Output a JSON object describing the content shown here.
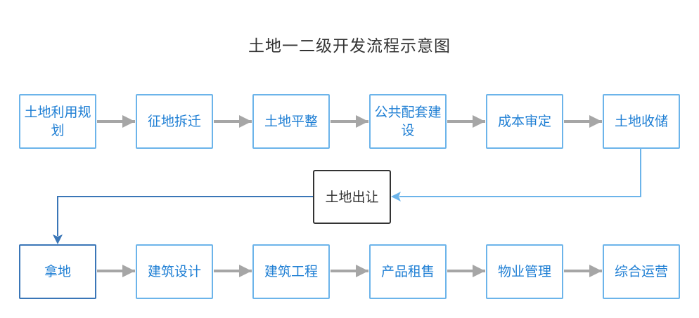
{
  "title": "土地一二级开发流程示意图",
  "colors": {
    "accent": "#1f7fd4",
    "box_border": "#6cb4ea",
    "arrow_gray": "#a6a6a6",
    "link_blue": "#6cb4ea",
    "link_dark": "#3a76b7"
  },
  "row1": [
    {
      "id": "n1",
      "label": "土地利用规划"
    },
    {
      "id": "n2",
      "label": "征地拆迁"
    },
    {
      "id": "n3",
      "label": "土地平整"
    },
    {
      "id": "n4",
      "label": "公共配套建设"
    },
    {
      "id": "n5",
      "label": "成本审定"
    },
    {
      "id": "n6",
      "label": "土地收储"
    }
  ],
  "middle": {
    "id": "n7",
    "label": "土地出让"
  },
  "row2": [
    {
      "id": "n8",
      "label": "拿地"
    },
    {
      "id": "n9",
      "label": "建筑设计"
    },
    {
      "id": "n10",
      "label": "建筑工程"
    },
    {
      "id": "n11",
      "label": "产品租售"
    },
    {
      "id": "n12",
      "label": "物业管理"
    },
    {
      "id": "n13",
      "label": "综合运营"
    }
  ]
}
